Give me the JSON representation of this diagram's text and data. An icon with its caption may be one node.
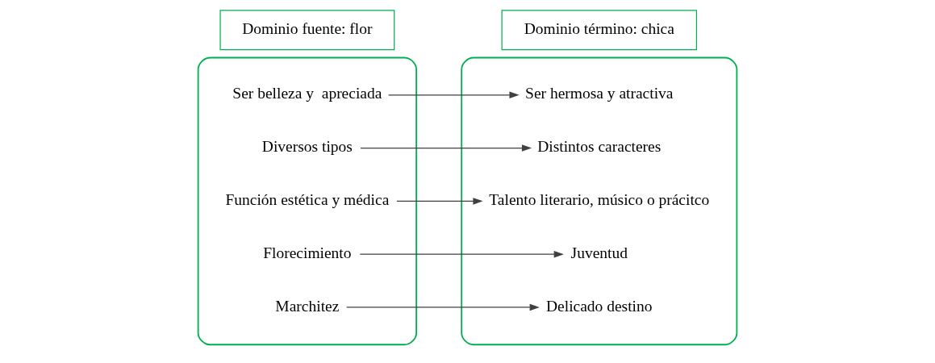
{
  "diagram": {
    "nodes": [
      {
        "text": [
          "Dominio fuente: flor"
        ]
      },
      {
        "text": [
          "Dominio término: chica"
        ]
      },
      {
        "text": [],
        "shape": "box"
      },
      {
        "text": [],
        "shape": "box"
      },
      {
        "text": [
          "Ser belleza y  apreciada"
        ],
        "in": 2
      },
      {
        "text": [
          "Diversos tipos"
        ],
        "in": 2
      },
      {
        "text": [
          "Función estética y médica"
        ],
        "in": 2
      },
      {
        "text": [
          "Florecimiento"
        ],
        "in": 2
      },
      {
        "text": [
          "Marchitez"
        ],
        "in": 2
      },
      {
        "text": [
          "Ser hermosa y atractiva"
        ],
        "in": 3
      },
      {
        "text": [
          "Distintos caracteres"
        ],
        "in": 3
      },
      {
        "text": [
          "Talento literario, músico o prácitco"
        ],
        "in": 3
      },
      {
        "text": [
          "Juventud"
        ],
        "in": 3
      },
      {
        "text": [
          "Delicado destino"
        ],
        "in": 3
      }
    ],
    "edges": [
      {
        "from": 4,
        "to": 9,
        "arrow": "to"
      },
      {
        "from": 5,
        "to": 10,
        "arrow": "to"
      },
      {
        "from": 6,
        "to": 11,
        "arrow": "to"
      },
      {
        "from": 7,
        "to": 12,
        "arrow": "to"
      },
      {
        "from": 8,
        "to": 13,
        "arrow": "to"
      }
    ]
  }
}
